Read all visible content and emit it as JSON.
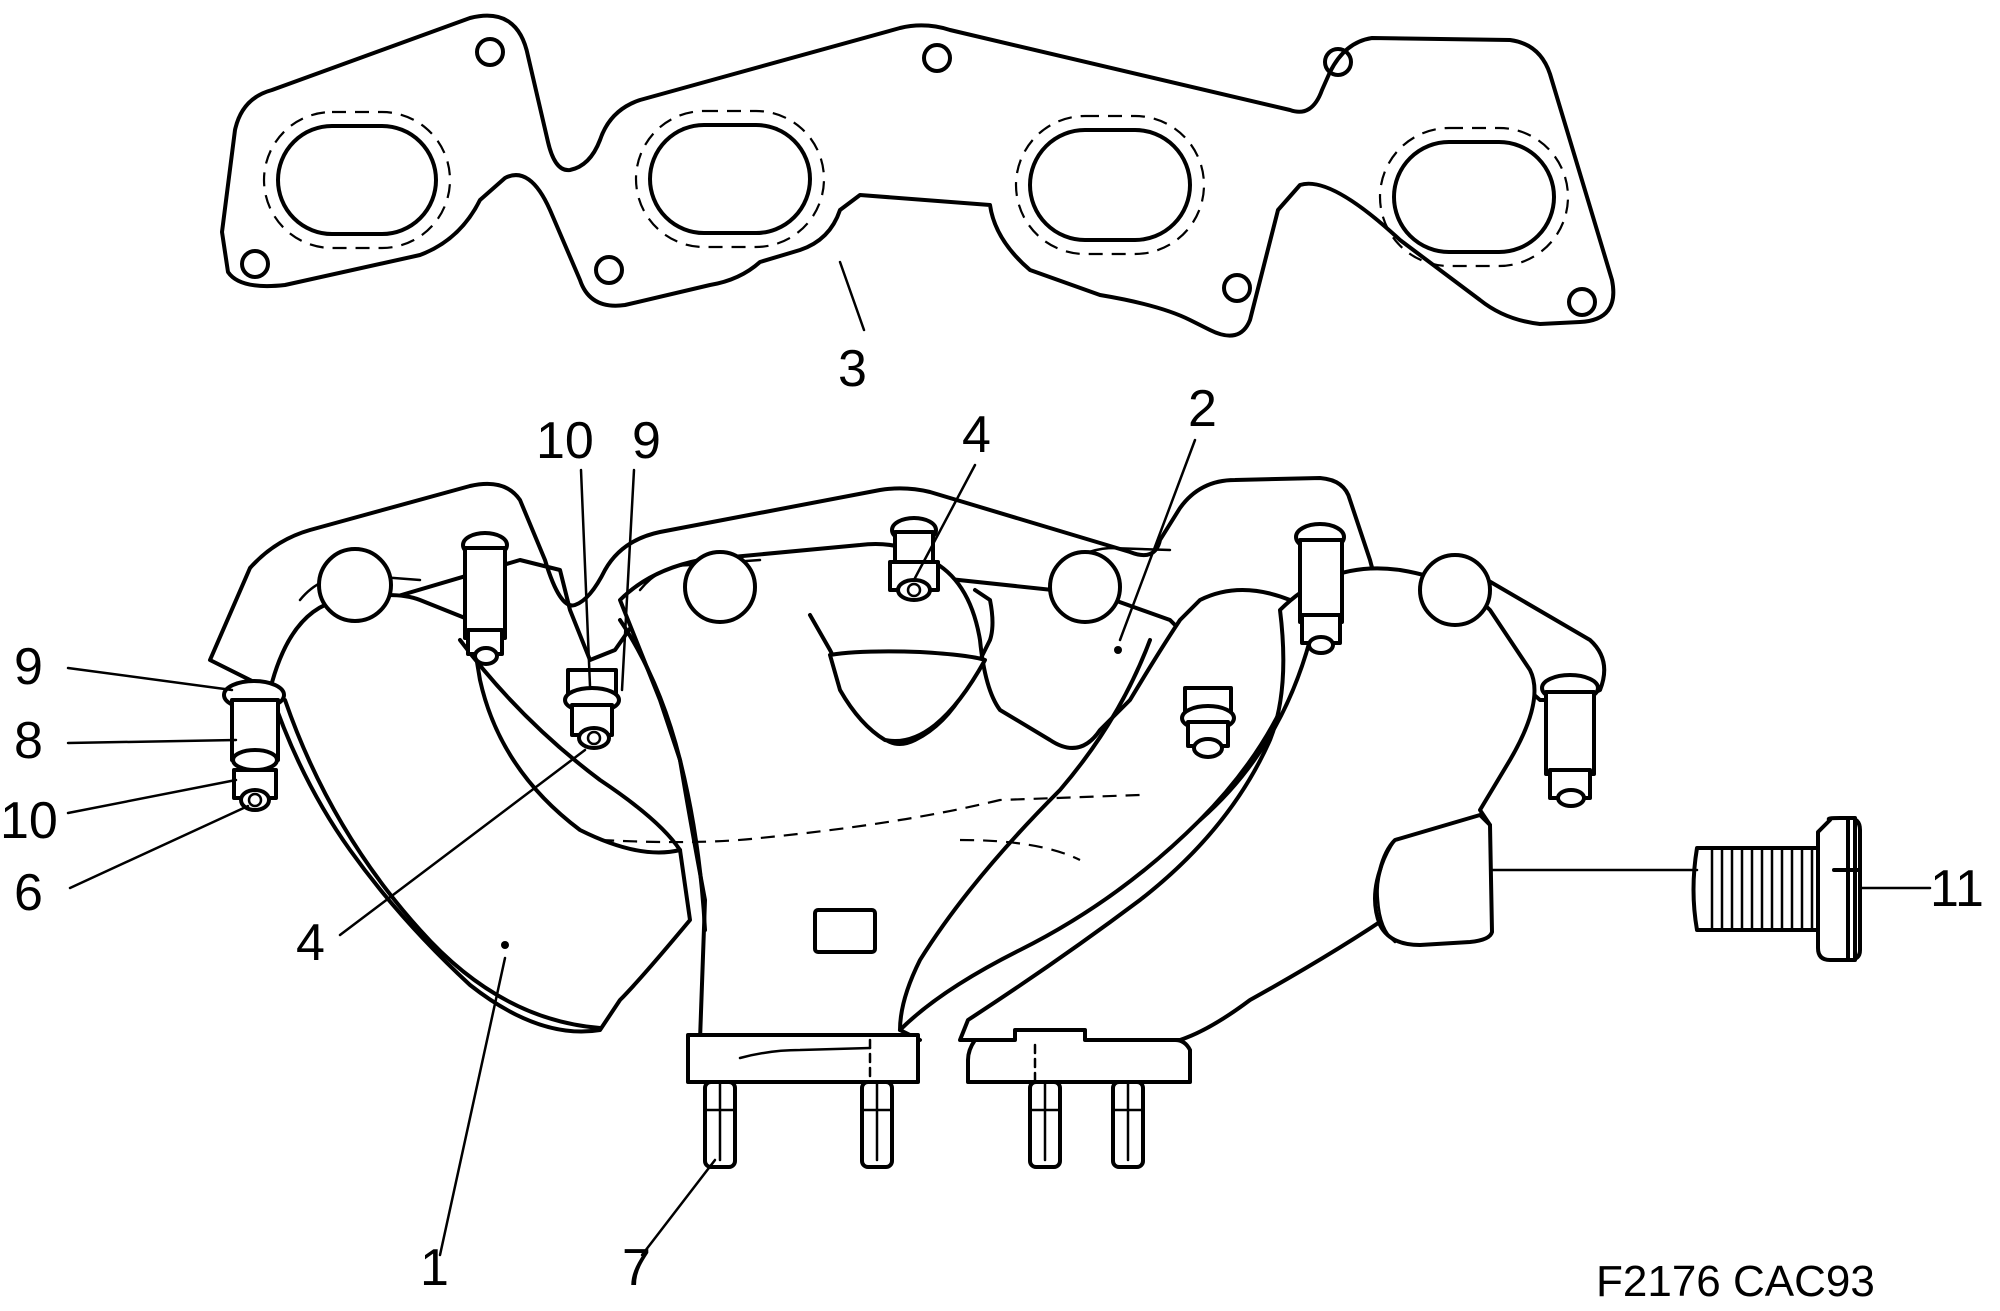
{
  "figure_reference": "F2176 CAC93",
  "callouts": [
    "1",
    "2",
    "3",
    "4",
    "4",
    "6",
    "7",
    "8",
    "9",
    "9",
    "10",
    "10",
    "11"
  ]
}
